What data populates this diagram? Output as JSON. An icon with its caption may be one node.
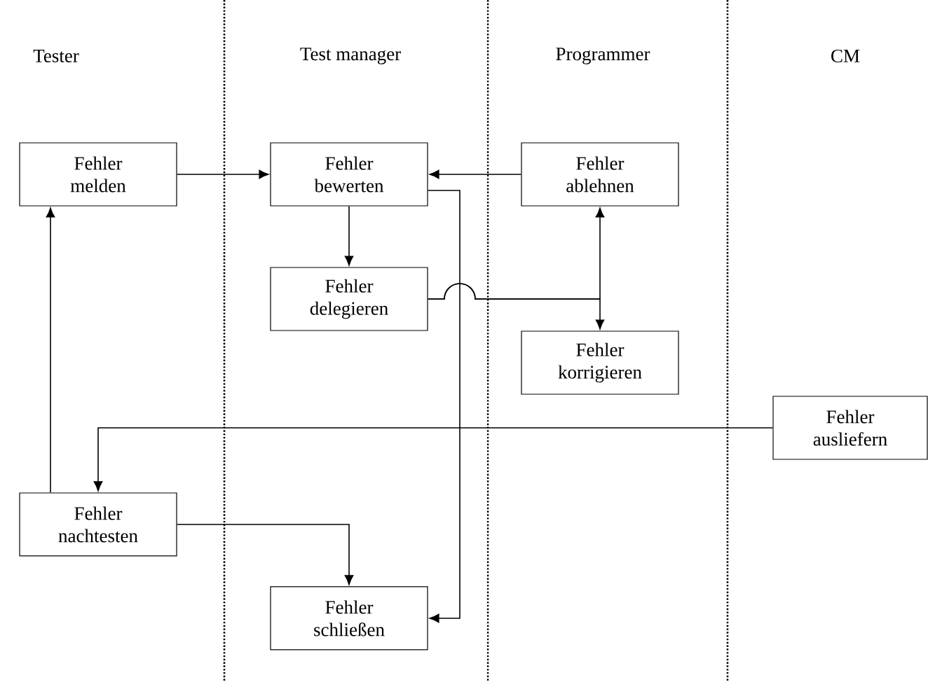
{
  "diagram": {
    "nodes": [
      {
        "text": [
          "Fehler melden"
        ]
      },
      {
        "text": [
          "Fehler bewerten"
        ]
      },
      {
        "text": [
          "Fehler ablehnen"
        ]
      },
      {
        "text": [
          "Fehler delegieren"
        ]
      },
      {
        "text": [
          "Fehler korrigieren"
        ]
      },
      {
        "text": [
          "Fehler ausliefern"
        ]
      },
      {
        "text": [
          "Fehler nachtesten"
        ]
      },
      {
        "text": [
          "Fehler schließen"
        ]
      }
    ],
    "edges": [
      {
        "from": 0,
        "to": 1,
        "arrow": "to"
      },
      {
        "from": 2,
        "to": 1,
        "arrow": "to"
      },
      {
        "from": 1,
        "to": 3,
        "arrow": "to"
      },
      {
        "from": 3,
        "to": 2,
        "arrow": "to"
      },
      {
        "from": 3,
        "to": 4,
        "arrow": "to"
      },
      {
        "from": 1,
        "to": 7,
        "arrow": "to"
      },
      {
        "from": 5,
        "to": 6,
        "arrow": "to"
      },
      {
        "from": 6,
        "to": 0,
        "arrow": "to"
      },
      {
        "from": 6,
        "to": 7,
        "arrow": "to"
      }
    ],
    "labels": [
      "Tester",
      "Test manager",
      "Programmer",
      "CM"
    ]
  }
}
